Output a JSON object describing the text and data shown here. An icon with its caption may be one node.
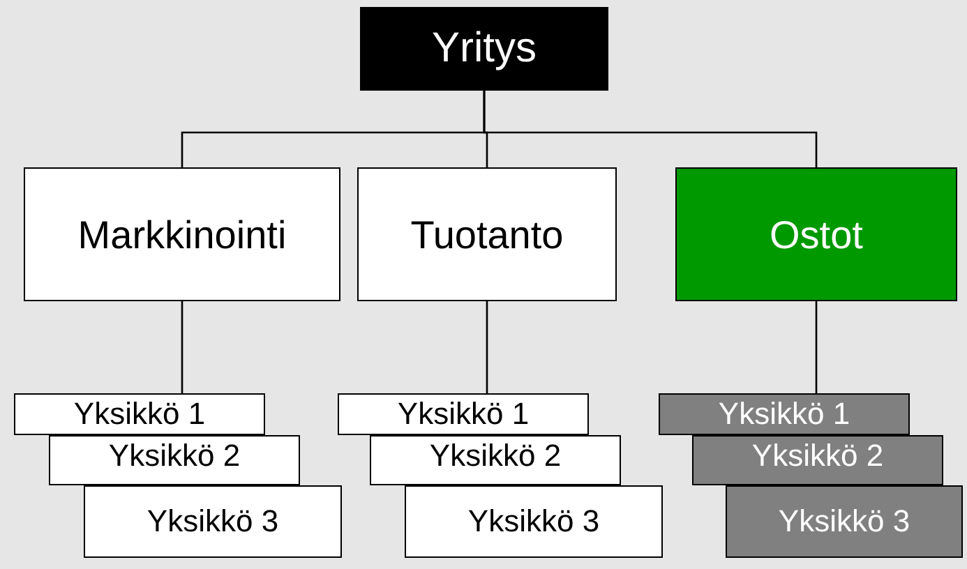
{
  "diagram": {
    "nodes": [
      {
        "text": [
          "Yritys"
        ]
      },
      {
        "text": [
          "Markkinointi"
        ]
      },
      {
        "text": [
          "Tuotanto"
        ]
      },
      {
        "text": [
          "Ostot"
        ]
      },
      {
        "text": [
          "Yksikkö 1"
        ]
      },
      {
        "text": [
          "Yksikkö 2"
        ]
      },
      {
        "text": [
          "Yksikkö 3"
        ]
      },
      {
        "text": [
          "Yksikkö 1"
        ]
      },
      {
        "text": [
          "Yksikkö 2"
        ]
      },
      {
        "text": [
          "Yksikkö 3"
        ]
      },
      {
        "text": [
          "Yksikkö 1"
        ]
      },
      {
        "text": [
          "Yksikkö 2"
        ]
      },
      {
        "text": [
          "Yksikkö 3"
        ]
      }
    ],
    "edges": [
      {
        "from": 0,
        "to": 1,
        "arrow": "none"
      },
      {
        "from": 0,
        "to": 2,
        "arrow": "none"
      },
      {
        "from": 0,
        "to": 3,
        "arrow": "none"
      },
      {
        "from": 1,
        "to": 4,
        "arrow": "none"
      },
      {
        "from": 2,
        "to": 7,
        "arrow": "none"
      },
      {
        "from": 3,
        "to": 10,
        "arrow": "none"
      }
    ]
  }
}
